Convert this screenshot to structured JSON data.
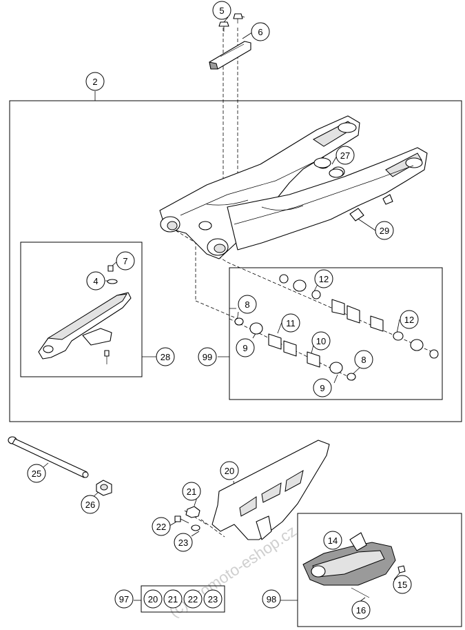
{
  "watermark": "(c) promoto-eshop.cz",
  "callouts": {
    "c2": "2",
    "c4": "4",
    "c5": "5",
    "c6": "6",
    "c7": "7",
    "c8a": "8",
    "c8b": "8",
    "c9a": "9",
    "c9b": "9",
    "c10": "10",
    "c11": "11",
    "c12a": "12",
    "c12b": "12",
    "c14": "14",
    "c15": "15",
    "c16": "16",
    "c20": "20",
    "c21": "21",
    "c22": "22",
    "c23": "23",
    "c25": "25",
    "c26": "26",
    "c27": "27",
    "c28": "28",
    "c29": "29",
    "c97": "97",
    "c98": "98",
    "c99": "99",
    "kit97_20": "20",
    "kit97_21": "21",
    "kit97_22": "22",
    "kit97_23": "23"
  }
}
